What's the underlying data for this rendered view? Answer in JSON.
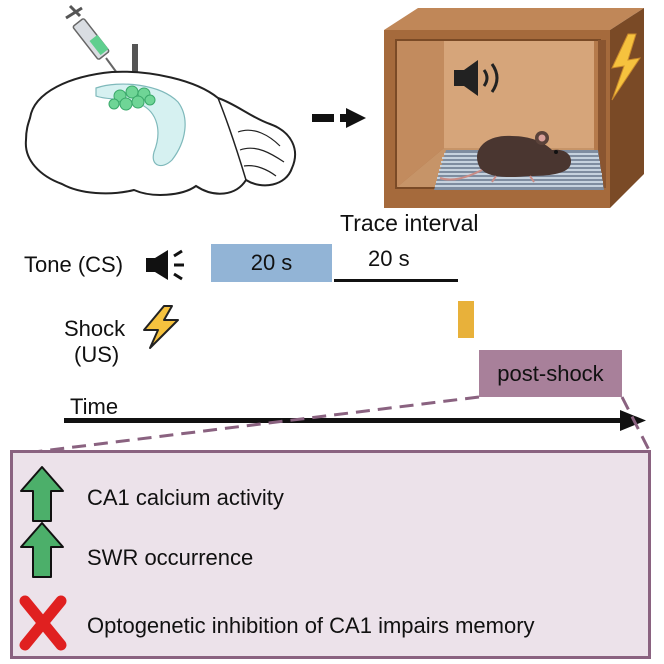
{
  "labels": {
    "trace_interval": "Trace interval",
    "tone_duration": "20 s",
    "trace_duration": "20 s",
    "tone": "Tone (CS)",
    "shock_line1": "Shock",
    "shock_line2": "(US)",
    "post_shock": "post-shock",
    "time": "Time"
  },
  "findings": [
    {
      "text": "CA1 calcium activity",
      "icon": "green-up-arrow-icon"
    },
    {
      "text": "SWR occurrence",
      "icon": "green-up-arrow-icon"
    },
    {
      "text": "Optogenetic inhibition of CA1 impairs memory",
      "icon": "red-x-icon"
    }
  ],
  "colors": {
    "tone_block": "#92b4d6",
    "shock_block": "#e8b13a",
    "post_shock_block": "#a8809a",
    "findings_panel": "#ece2ea",
    "findings_border": "#8a6280",
    "arrow_green": "#4caf6a",
    "x_red": "#e02020",
    "box_wood": "#a56a3c",
    "neurons_green": "#6fd596"
  },
  "icons": [
    "syringe-icon",
    "optic-fiber-icon",
    "brain-icon",
    "arrow-right-icon",
    "chamber-icon",
    "speaker-icon",
    "lightning-icon",
    "mouse-icon",
    "shock-grid-icon"
  ]
}
